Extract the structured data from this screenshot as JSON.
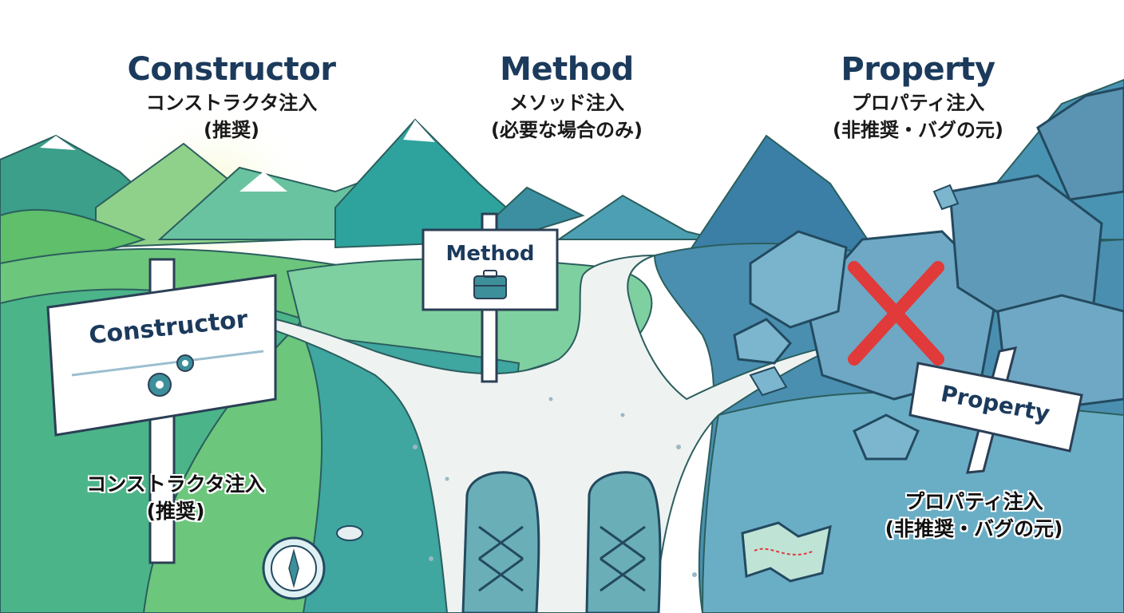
{
  "headings": {
    "constructor": {
      "title": "Constructor",
      "line1": "コンストラクタ注入",
      "line2": "(推奨)"
    },
    "method": {
      "title": "Method",
      "line1": "メソッド注入",
      "line2": "(必要な場合のみ)"
    },
    "property": {
      "title": "Property",
      "line1": "プロパティ注入",
      "line2": "(非推奨・バグの元)"
    }
  },
  "signs": {
    "constructor": "Constructor",
    "method": "Method",
    "property": "Property"
  },
  "lower_labels": {
    "constructor": {
      "line1": "コンストラクタ注入",
      "line2": "(推奨)"
    },
    "property": {
      "line1": "プロパティ注入",
      "line2": "(非推奨・バグの元)"
    }
  },
  "icons": [
    "gear-icon",
    "briefcase-icon",
    "cross-icon",
    "compass-icon",
    "map-icon"
  ],
  "colors": {
    "title": "#1b3a5c",
    "left_green": "#5fbf6a",
    "middle_teal": "#3fa6a0",
    "right_blue": "#4a8fb0",
    "cross_red": "#e03a3a"
  }
}
